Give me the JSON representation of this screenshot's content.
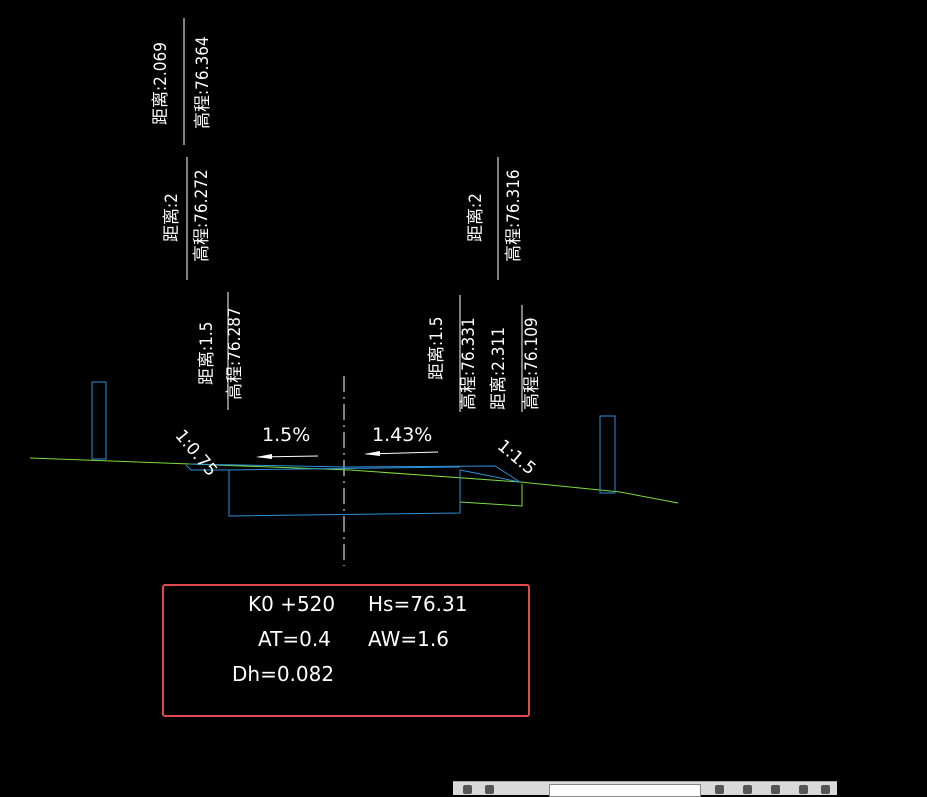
{
  "labels": {
    "top1_dist": "距离:2.069",
    "top1_elev": "高程:76.364",
    "left2_dist": "距离:2",
    "left2_elev": "高程:76.272",
    "left3_dist": "距离:1.5",
    "left3_elev": "高程:76.287",
    "right2_dist": "距离:2",
    "right2_elev": "高程:76.316",
    "right3_dist": "距离:1.5",
    "right3_elev": "高程:76.331",
    "right4_dist": "距离:2.311",
    "right4_elev": "高程:76.109"
  },
  "slopes": {
    "left_grade": "1.5%",
    "right_grade": "1.43%",
    "left_ratio": "1:0.75",
    "right_ratio": "1:1.5"
  },
  "info": {
    "station": "K0 +520",
    "hs": "Hs=76.31",
    "at": "AT=0.4",
    "aw": "AW=1.6",
    "dh": "Dh=0.082"
  },
  "colors": {
    "background": "#000000",
    "ground_line": "#7ddc3c",
    "structure": "#2e8fd6",
    "highlight_box": "#e04a4a"
  }
}
